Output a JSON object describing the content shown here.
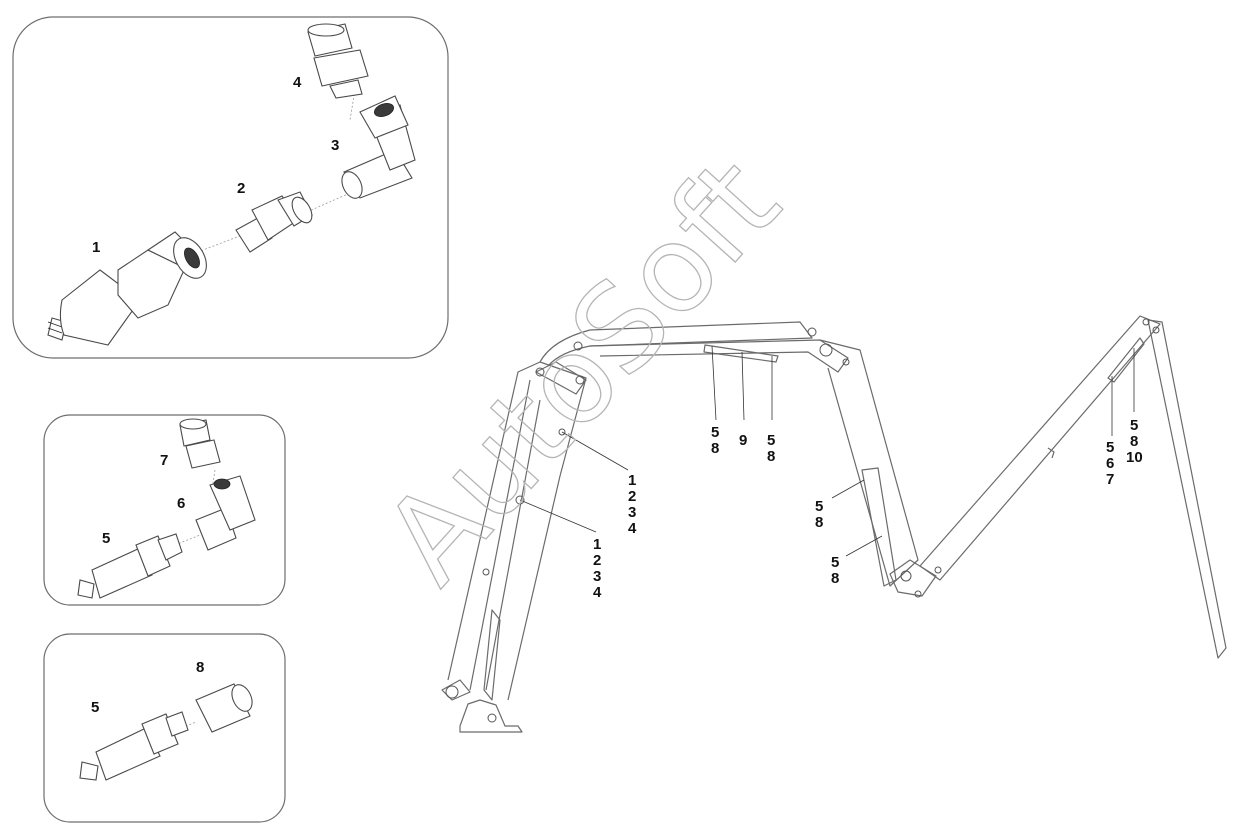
{
  "watermark": "AutoSoft",
  "panel_1": {
    "labels": {
      "p1": "1",
      "p2": "2",
      "p3": "3",
      "p4": "4"
    }
  },
  "panel_2": {
    "labels": {
      "p5": "5",
      "p6": "6",
      "p7": "7"
    }
  },
  "panel_3": {
    "labels": {
      "p5": "5",
      "p8": "8"
    }
  },
  "callouts": {
    "c_1234_upper": [
      "1",
      "2",
      "3",
      "4"
    ],
    "c_1234_lower": [
      "1",
      "2",
      "3",
      "4"
    ],
    "c_58_left": [
      "5",
      "8"
    ],
    "c_9": [
      "9"
    ],
    "c_58_right": [
      "5",
      "8"
    ],
    "c_58_mid_upper": [
      "5",
      "8"
    ],
    "c_58_mid_lower": [
      "5",
      "8"
    ],
    "c_567": [
      "5",
      "6",
      "7"
    ],
    "c_5810": [
      "5",
      "8",
      "10"
    ]
  }
}
